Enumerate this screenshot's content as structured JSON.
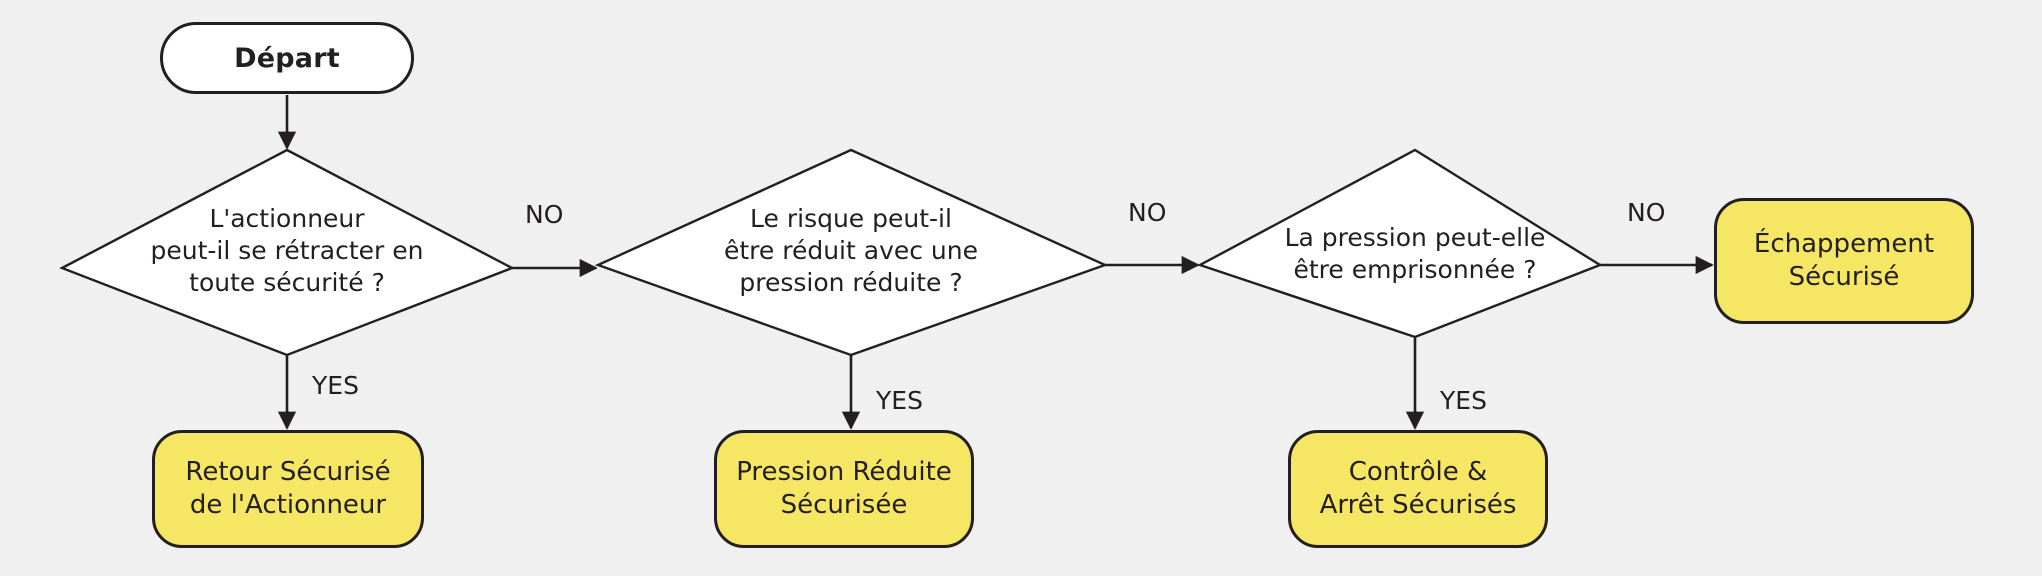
{
  "diagram": {
    "title_node": {
      "label": "Départ",
      "shape": "terminator"
    },
    "background_color": "#f0f0f0",
    "outcome_color": "#f5e663",
    "line_color": "#231f20",
    "decisions": [
      {
        "id": "decision-actuator-retract",
        "lines": [
          "L'actionneur",
          "peut-il se rétracter en",
          "toute sécurité ?"
        ],
        "yes_label": "YES",
        "no_label": "NO"
      },
      {
        "id": "decision-risk-reduced",
        "lines": [
          "Le risque peut-il",
          "être réduit avec une",
          "pression réduite ?"
        ],
        "yes_label": "YES",
        "no_label": "NO"
      },
      {
        "id": "decision-pressure-trapped",
        "lines": [
          "La pression peut-elle",
          "être emprisonnée ?"
        ],
        "yes_label": "YES",
        "no_label": "NO"
      }
    ],
    "outcomes": [
      {
        "id": "outcome-safe-actuator-return",
        "lines": [
          "Retour Sécurisé",
          "de l'Actionneur"
        ]
      },
      {
        "id": "outcome-safe-reduced-pressure",
        "lines": [
          "Pression Réduite",
          "Sécurisée"
        ]
      },
      {
        "id": "outcome-safe-control-stop",
        "lines": [
          "Contrôle &",
          "Arrêt Sécurisés"
        ]
      },
      {
        "id": "outcome-safe-exhaust",
        "lines": [
          "Échappement",
          "Sécurisé"
        ]
      }
    ],
    "edge_labels": {
      "no_1": "NO",
      "no_2": "NO",
      "no_3": "NO",
      "yes_1": "YES",
      "yes_2": "YES",
      "yes_3": "YES"
    }
  }
}
